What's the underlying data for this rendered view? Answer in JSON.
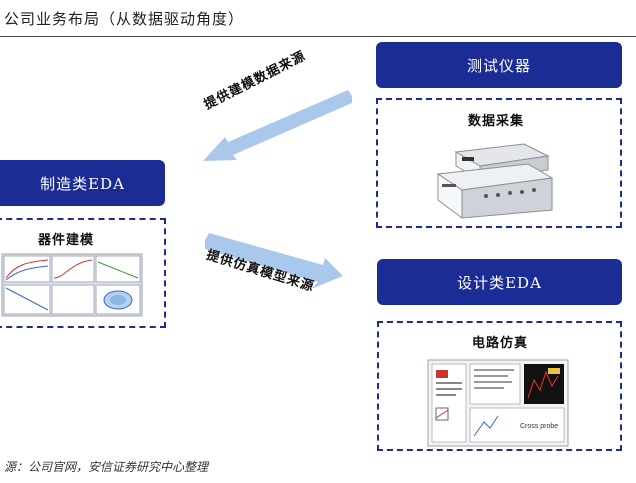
{
  "title": "公司业务布局（从数据驱动角度）",
  "nodes": {
    "test_instrument": {
      "header": "测试仪器",
      "content": "数据采集"
    },
    "manufacturing_eda": {
      "header": "制造类EDA",
      "content": "器件建模"
    },
    "design_eda": {
      "header": "设计类EDA",
      "content": "电路仿真",
      "screenshot_caption": "Cross probe"
    }
  },
  "arrows": {
    "upper": "提供建模数据来源",
    "lower": "提供仿真模型来源"
  },
  "source": "源：公司官网，安信证券研究中心整理",
  "colors": {
    "accent": "#1b2d95",
    "arrow": "#a9c8ec"
  }
}
